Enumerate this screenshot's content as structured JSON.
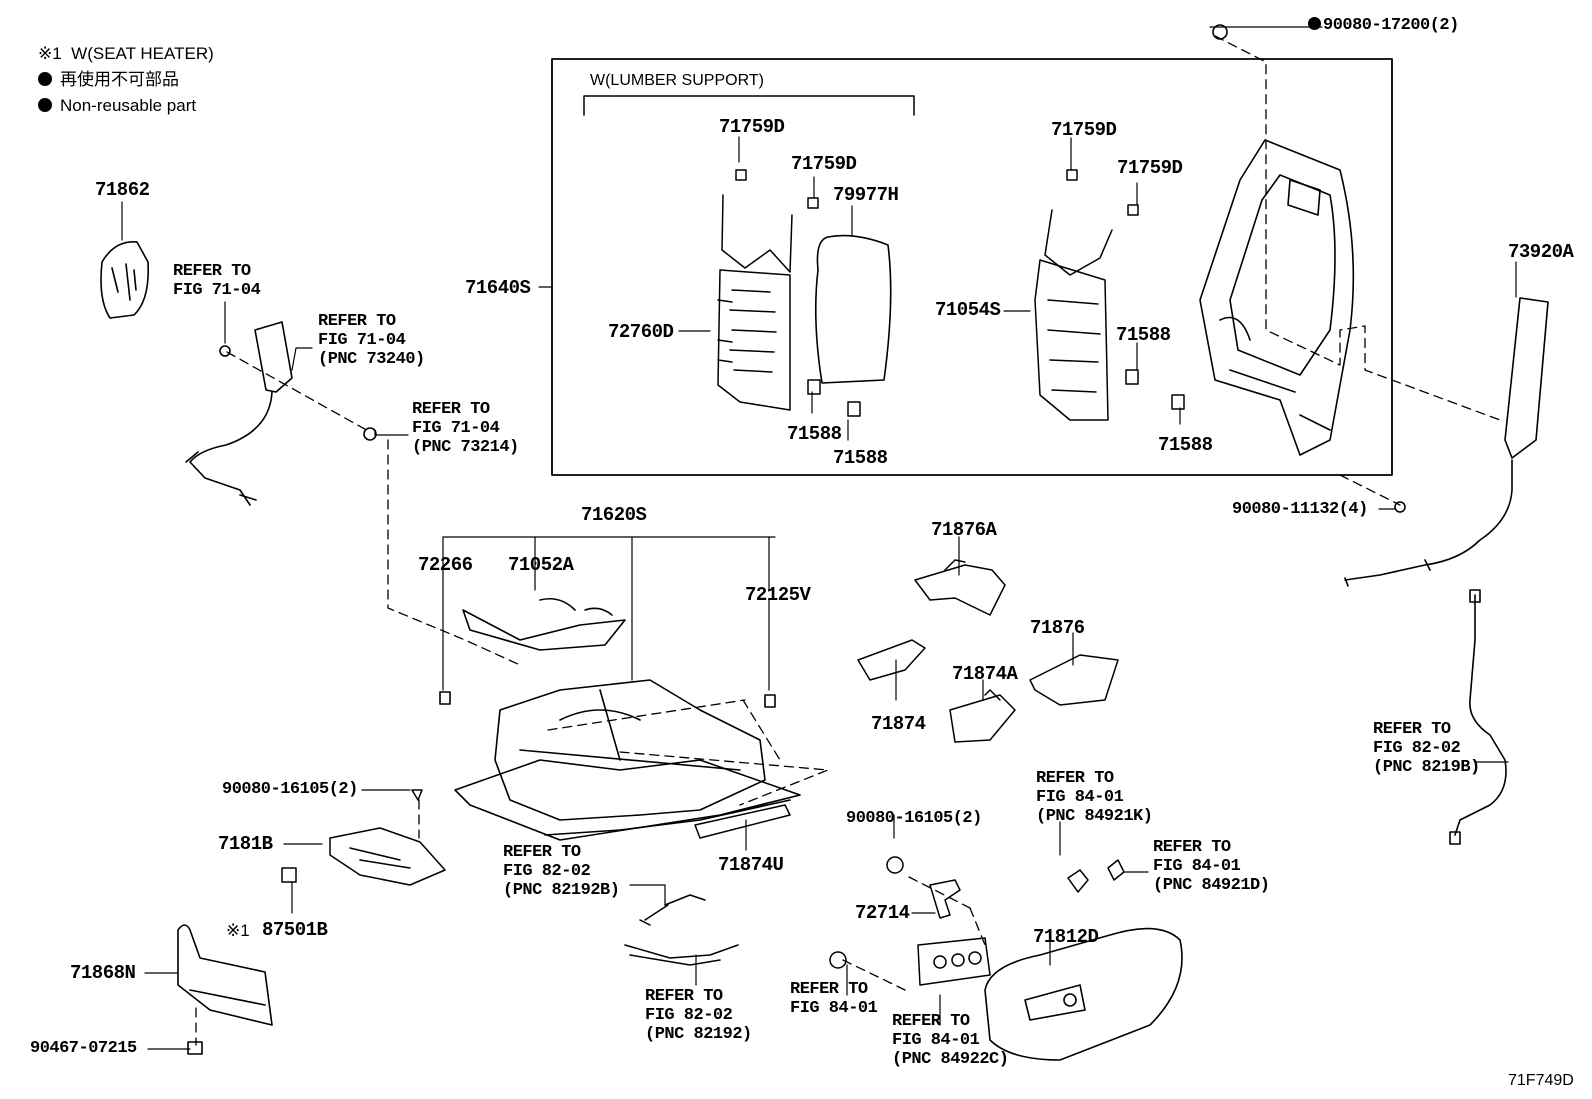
{
  "legend": {
    "seat_heater": "※1  W(SEAT HEATER)",
    "non_reusable_jp": "再使用不可部品",
    "non_reusable_en": "Non-reusable part"
  },
  "box": {
    "title": "W(LUMBER SUPPORT)"
  },
  "figure_id": "71F749D",
  "parts": {
    "p71862": "71862",
    "p71640S": "71640S",
    "p72760D": "72760D",
    "p71759D_a": "71759D",
    "p71759D_b": "71759D",
    "p79977H": "79977H",
    "p71588_a": "71588",
    "p71588_b": "71588",
    "p71759D_c": "71759D",
    "p71759D_d": "71759D",
    "p71054S": "71054S",
    "p71588_c": "71588",
    "p71588_d": "71588",
    "p90080_17200": "90080-17200(2)",
    "p73920A": "73920A",
    "p90080_11132": "90080-11132(4)",
    "p71620S": "71620S",
    "p72266": "72266",
    "p71052A": "71052A",
    "p72125V": "72125V",
    "p71876A": "71876A",
    "p71876": "71876",
    "p71874A": "71874A",
    "p71874": "71874",
    "p71874U": "71874U",
    "p90080_16105_a": "90080-16105(2)",
    "p7181B": "7181B",
    "p87501B": "87501B",
    "p87501B_mark": "※1",
    "p71868N": "71868N",
    "p90467_07215": "90467-07215",
    "p90080_16105_b": "90080-16105(2)",
    "p72714": "72714",
    "p71812D": "71812D"
  },
  "refs": {
    "r1": "REFER TO\nFIG 71-04",
    "r2": "REFER TO\nFIG 71-04\n(PNC 73240)",
    "r3": "REFER TO\nFIG 71-04\n(PNC 73214)",
    "r4": "REFER TO\nFIG 82-02\n(PNC 82192B)",
    "r5": "REFER TO\nFIG 82-02\n(PNC 82192)",
    "r6": "REFER TO\nFIG 84-01",
    "r7": "REFER TO\nFIG 84-01\n(PNC 84922C)",
    "r8": "REFER TO\nFIG 84-01\n(PNC 84921K)",
    "r9": "REFER TO\nFIG 84-01\n(PNC 84921D)",
    "r10": "REFER TO\nFIG 82-02\n(PNC 8219B)"
  }
}
